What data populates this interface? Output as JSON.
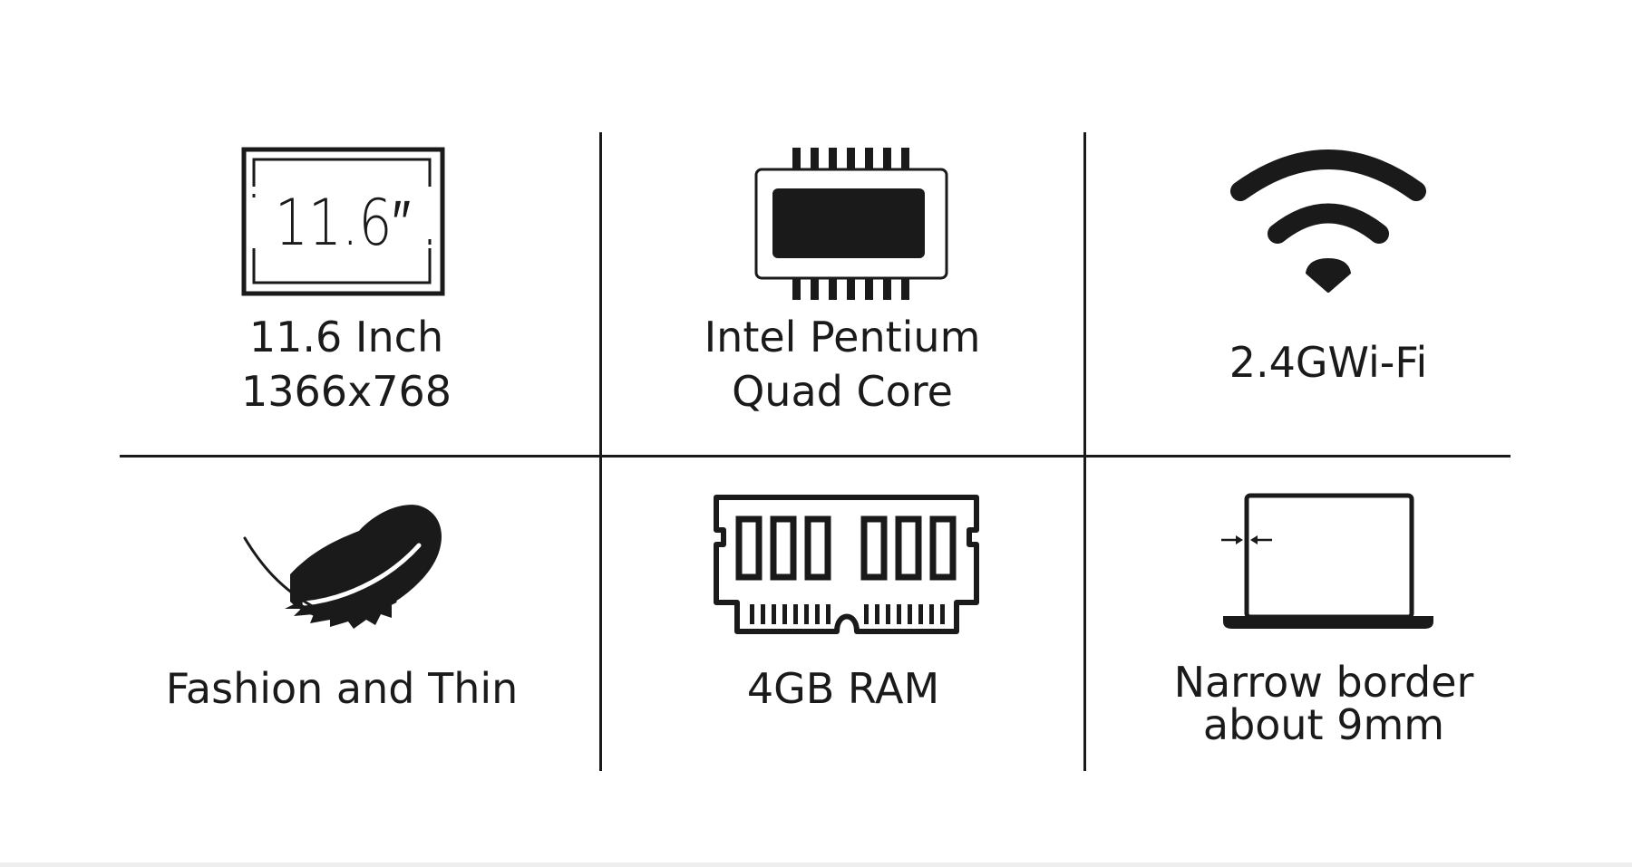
{
  "features": [
    {
      "id": "screen",
      "icon": "screen-size-icon",
      "icon_text": "11.6″",
      "lines": [
        "11.6 Inch",
        "1366x768"
      ]
    },
    {
      "id": "cpu",
      "icon": "cpu-chip-icon",
      "lines": [
        "Intel Pentium",
        "Quad Core"
      ]
    },
    {
      "id": "wifi",
      "icon": "wifi-icon",
      "lines": [
        "2.4GWi-Fi"
      ]
    },
    {
      "id": "thin",
      "icon": "feather-icon",
      "lines": [
        "Fashion and Thin"
      ]
    },
    {
      "id": "ram",
      "icon": "ram-module-icon",
      "lines": [
        "4GB RAM"
      ]
    },
    {
      "id": "border",
      "icon": "laptop-narrow-border-icon",
      "lines": [
        "Narrow border",
        "about 9mm"
      ]
    }
  ],
  "colors": {
    "ink": "#1a1a1a",
    "background": "#ffffff"
  }
}
